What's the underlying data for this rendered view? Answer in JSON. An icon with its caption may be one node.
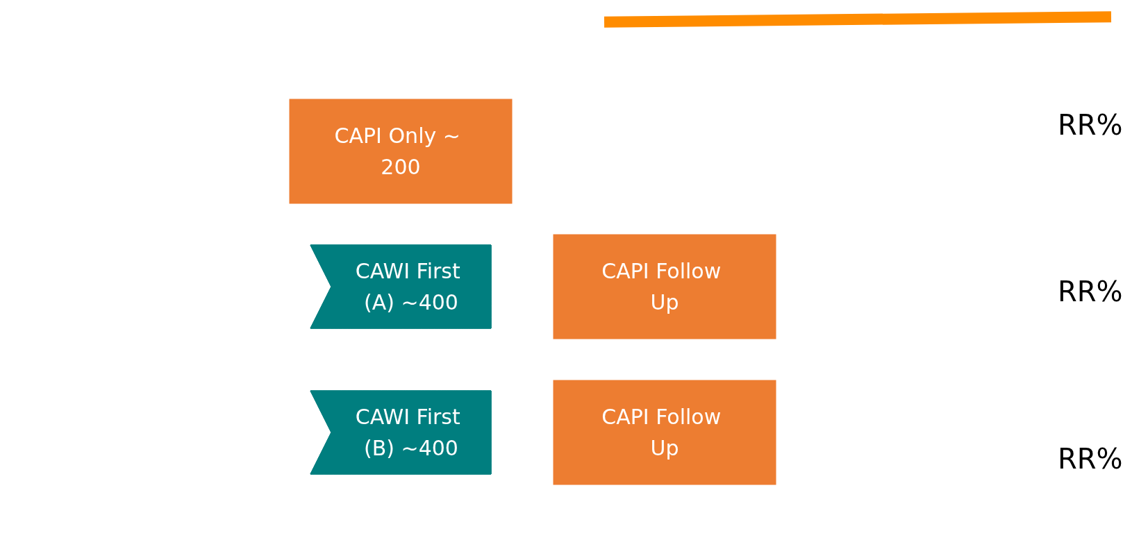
{
  "diagram": {
    "nodes": [
      {
        "text": [
          "CAPI Only ~ 200"
        ]
      },
      {
        "text": [
          "CAWI First (A) ~400"
        ]
      },
      {
        "text": [
          "CAPI Follow Up"
        ]
      },
      {
        "text": [
          "CAWI First (B) ~400"
        ]
      },
      {
        "text": [
          "CAPI Follow Up"
        ]
      }
    ],
    "labels": [
      "RR%",
      "RR%",
      "RR%"
    ]
  }
}
